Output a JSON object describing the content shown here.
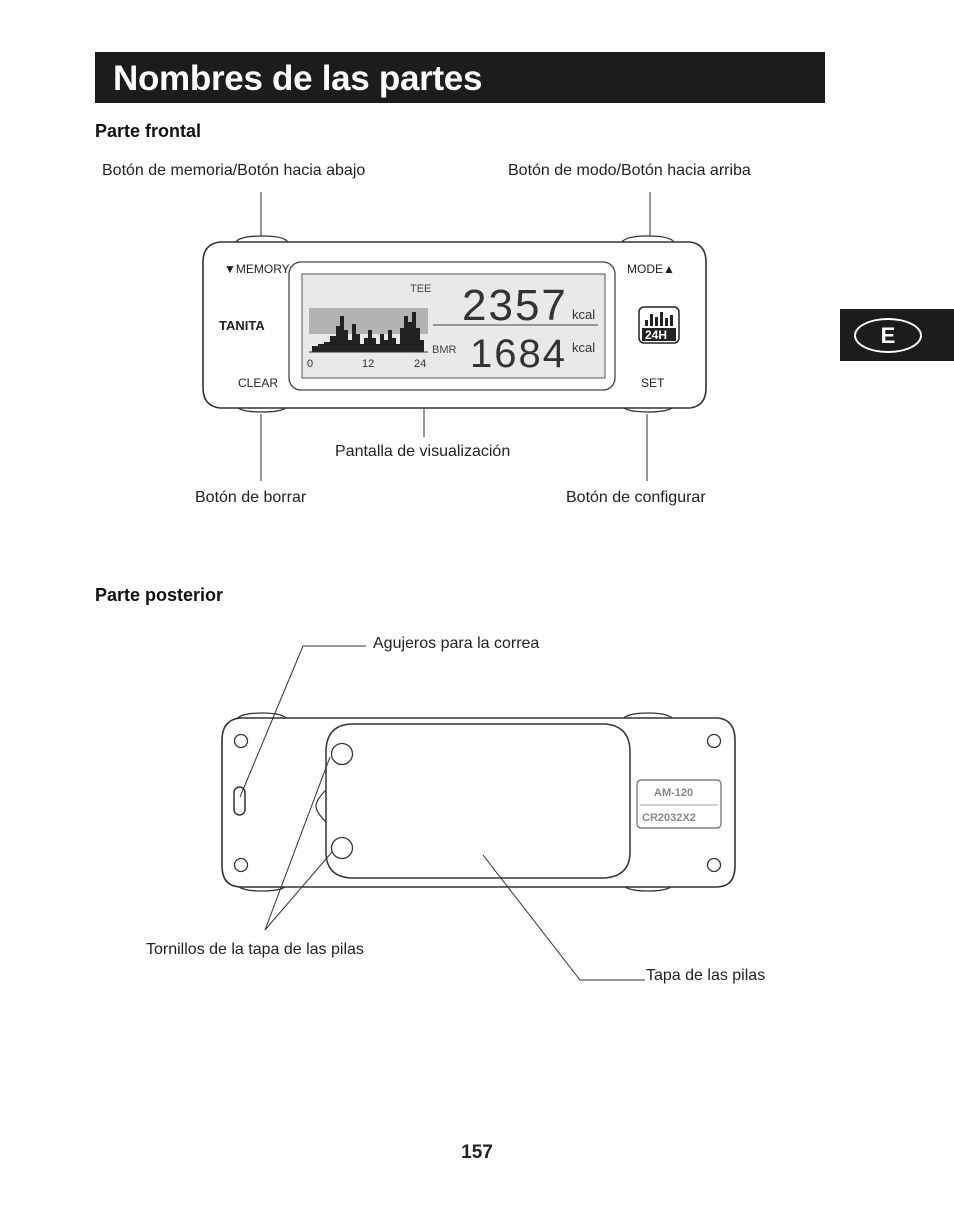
{
  "header": {
    "title": "Nombres de las partes"
  },
  "side_tab": {
    "letter": "E"
  },
  "front": {
    "heading": "Parte frontal",
    "labels": {
      "memory_button": "Botón de memoria/Botón hacia abajo",
      "mode_button": "Botón de modo/Botón hacia arriba",
      "display": "Pantalla de visualización",
      "clear_button": "Botón de borrar",
      "set_button": "Botón de configurar"
    },
    "device": {
      "memory": "▼MEMORY",
      "mode": "MODE▲",
      "brand": "TANITA",
      "clear": "CLEAR",
      "set": "SET",
      "tee": "TEE",
      "bmr": "BMR",
      "tee_value": "2357",
      "bmr_value": "1684",
      "unit": "kcal",
      "axis_ticks": [
        "0",
        "12",
        "24"
      ],
      "badge": "24H"
    }
  },
  "back": {
    "heading": "Parte posterior",
    "labels": {
      "strap_holes": "Agujeros para la correa",
      "battery_screws": "Tornillos de la tapa de las pilas",
      "battery_cover": "Tapa de las pilas"
    },
    "device": {
      "model": "AM-120",
      "battery": "CR2032X2"
    }
  },
  "footer": {
    "page_number": "157"
  }
}
